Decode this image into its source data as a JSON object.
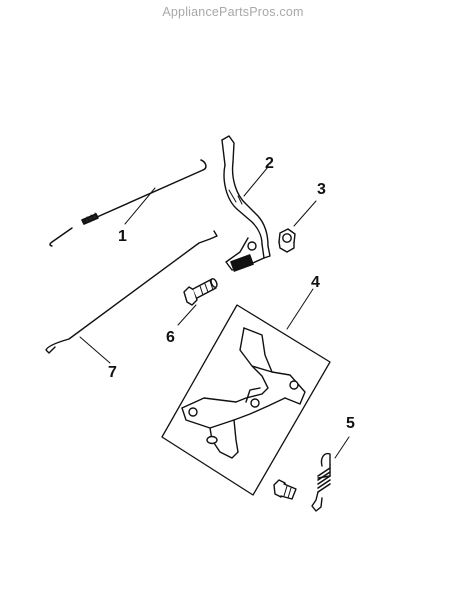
{
  "watermark": "AppliancePartsPros.com",
  "callouts": {
    "p1": "1",
    "p2": "2",
    "p3": "3",
    "p4": "4",
    "p5": "5",
    "p6": "6",
    "p7": "7"
  }
}
